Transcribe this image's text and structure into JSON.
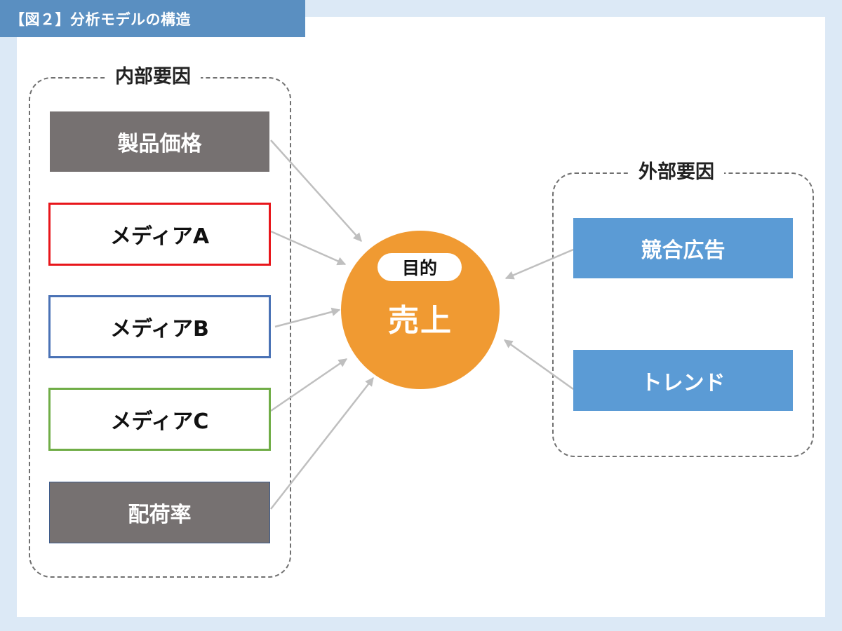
{
  "title": "【図２】分析モデルの構造",
  "internal_group": {
    "label": "内部要因",
    "nodes": [
      "製品価格",
      "メディアA",
      "メディアB",
      "メディアC",
      "配荷率"
    ]
  },
  "external_group": {
    "label": "外部要因",
    "nodes": [
      "競合広告",
      "トレンド"
    ]
  },
  "target": {
    "tag": "目的",
    "label": "売上"
  },
  "colors": {
    "background": "#dce9f6",
    "title_bar": "#5a8fc1",
    "gray_box": "#767171",
    "blue_box": "#5b9bd5",
    "media_a_border": "#e8161b",
    "media_b_border": "#4a72b5",
    "media_c_border": "#70ad47",
    "target_circle": "#f09a32",
    "arrow": "#bfbfbf"
  }
}
